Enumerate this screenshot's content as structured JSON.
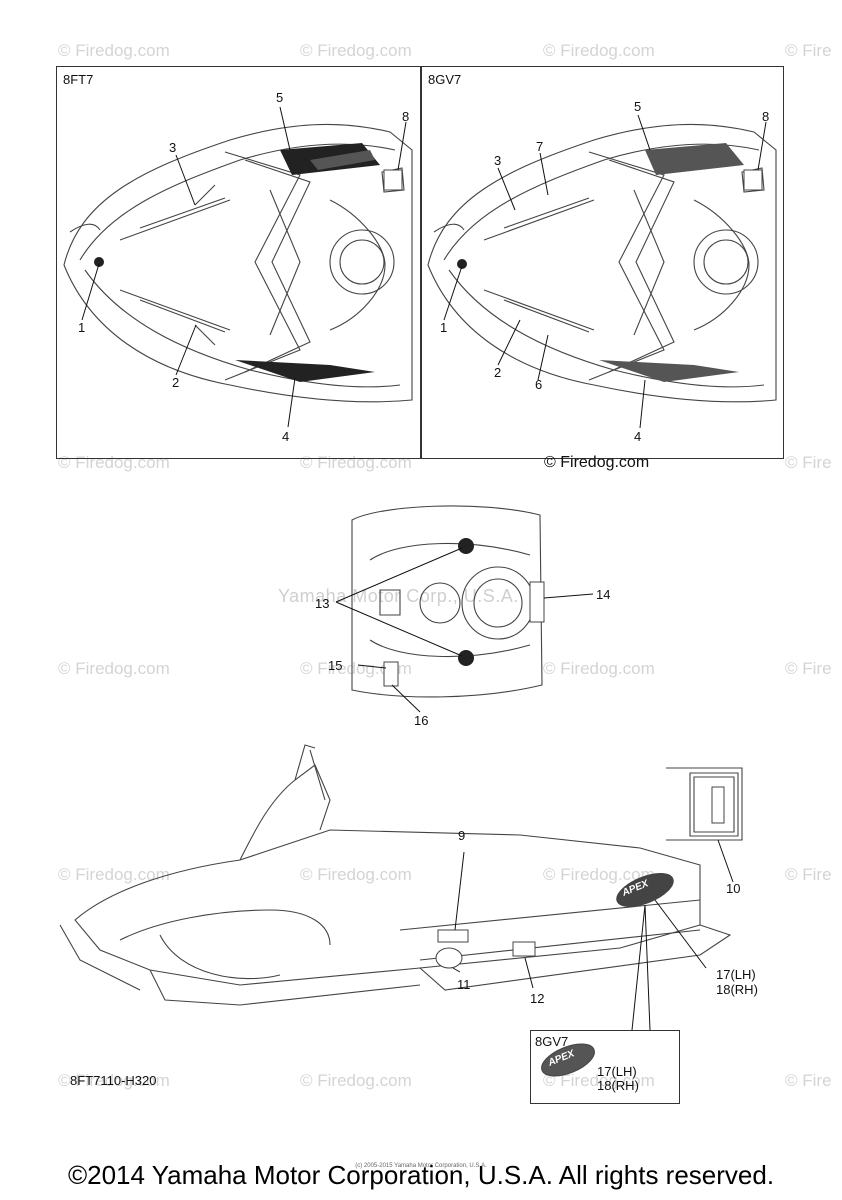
{
  "watermark_text": "© Firedog.com",
  "watermark_partial": "© Fire",
  "center_watermark": "Yamaha Motor Corp., U.S.A.",
  "credit": "© Firedog.com",
  "panels": {
    "left": {
      "label": "8FT7"
    },
    "right": {
      "label": "8GV7"
    },
    "inset": {
      "label": "8GV7"
    }
  },
  "callouts": {
    "l1": "1",
    "l2": "2",
    "l3": "3",
    "l4": "4",
    "l5": "5",
    "l8": "8",
    "r1": "1",
    "r2": "2",
    "r3": "3",
    "r4": "4",
    "r5": "5",
    "r6": "6",
    "r7": "7",
    "r8": "8",
    "c13": "13",
    "c14": "14",
    "c15": "15",
    "c16": "16",
    "c9": "9",
    "c10": "10",
    "c11": "11",
    "c12": "12",
    "c17": "17(LH)",
    "c18": "18(RH)",
    "i17": "17(LH)",
    "i18": "18(RH)"
  },
  "badge_text": "APEX",
  "part_code": "8FT7110-H320",
  "footer": {
    "copyright": "©2014 Yamaha Motor Corporation, U.S.A. All rights reserved.",
    "tiny": "(c) 2005-2015 Yamaha Motor Corporation, U.S.A."
  }
}
